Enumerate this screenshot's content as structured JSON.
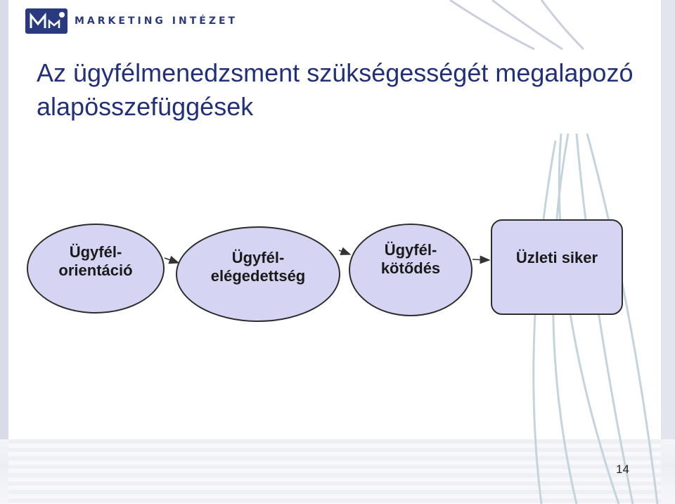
{
  "logo": {
    "text": "MARKETING INTÉZET",
    "mark": "Mm"
  },
  "slide": {
    "title": "Az ügyfélmenedzsment szükségességét megalapozó alapösszefüggések",
    "page_number": "14"
  },
  "diagram": {
    "nodes": [
      {
        "id": "n1",
        "label": "Ügyfél-\norientáció",
        "shape": "ellipse"
      },
      {
        "id": "n2",
        "label": "Ügyfél-\nelégedettség",
        "shape": "ellipse"
      },
      {
        "id": "n3",
        "label": "Ügyfél-\nkötődés",
        "shape": "ellipse"
      },
      {
        "id": "n4",
        "label": "Üzleti siker",
        "shape": "rounded-rect"
      }
    ],
    "edges": [
      {
        "from": "n1",
        "to": "n2"
      },
      {
        "from": "n2",
        "to": "n3"
      },
      {
        "from": "n3",
        "to": "n4"
      }
    ],
    "colors": {
      "node_fill": "#d5d5f3",
      "node_border": "#2d2d2d",
      "title": "#22307a"
    }
  }
}
